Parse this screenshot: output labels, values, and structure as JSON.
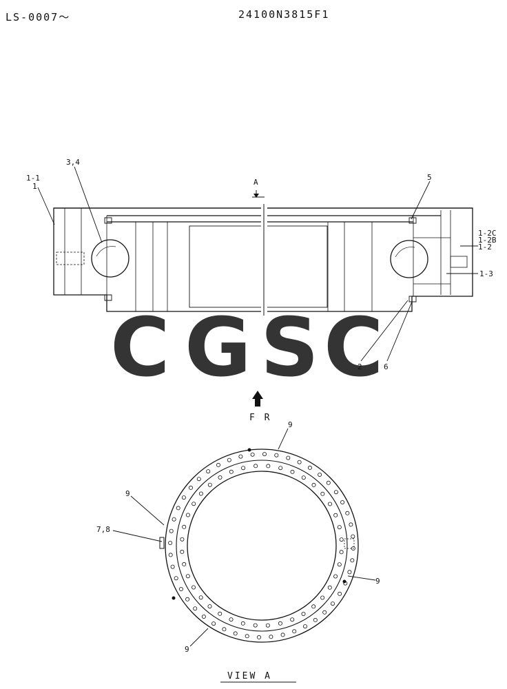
{
  "header": {
    "code_left": "LS-0007～",
    "code_center": "24100N3815F1"
  },
  "callouts": {
    "c1_1": "1-1",
    "c1": "1",
    "c3_4": "3,4",
    "cA": "A",
    "c5": "5",
    "c1_2C": "1-2C",
    "c1_2B": "1-2B",
    "c1_2": "1-2",
    "c1_3": "1-3",
    "c2": "2",
    "c6": "6",
    "cFR": "F R",
    "c9a": "9",
    "c9b": "9",
    "c9c": "9",
    "c9d": "9",
    "c7_8": "7,8"
  },
  "view_caption": "VIEW  A",
  "watermark": {
    "letters": [
      "C",
      "G",
      "S",
      "C"
    ],
    "colors": [
      "#6ea0f4",
      "#f4827a",
      "#f9d463",
      "#57b489"
    ]
  }
}
